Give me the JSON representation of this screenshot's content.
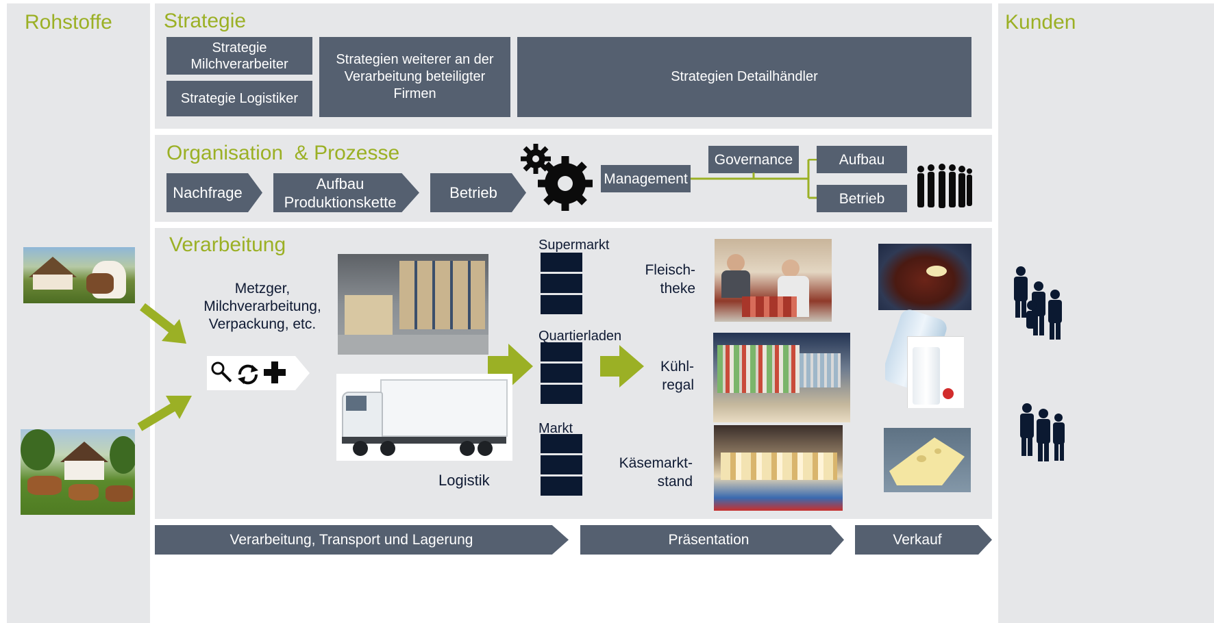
{
  "columns": {
    "left_title": "Rohstoffe",
    "right_title": "Kunden"
  },
  "strategie": {
    "title": "Strategie",
    "boxes": [
      "Strategie Milchverarbeiter",
      "Strategie Logistiker",
      "Strategien weiterer an der Verarbeitung beteiligter Firmen",
      "Strategien Detailhändler"
    ]
  },
  "organisation": {
    "title": "Organisation  & Prozesse",
    "steps": [
      "Nachfrage",
      "Aufbau Produktionskette",
      "Betrieb"
    ],
    "management": "Management",
    "governance": "Governance",
    "aufbau": "Aufbau",
    "betrieb": "Betrieb"
  },
  "verarbeitung": {
    "title": "Verarbeitung",
    "process_text": "Metzger, Milchverarbeitung, Verpackung, etc.",
    "logistik": "Logistik",
    "stores": [
      "Supermarkt",
      "Quartierladen",
      "Markt"
    ],
    "displays": [
      "Fleisch- theke",
      "Kühl- regal",
      "Käsemarkt- stand"
    ]
  },
  "bottom_bar": [
    "Verarbeitung, Transport und Lagerung",
    "Präsentation",
    "Verkauf"
  ],
  "colors": {
    "accent": "#9bb025",
    "box": "#556070",
    "panel": "#e6e7e9",
    "dark": "#0b1931"
  },
  "icons": [
    "search-icon",
    "refresh-icon",
    "plus-icon",
    "gear-icon",
    "people-icon",
    "arrow-icon"
  ]
}
